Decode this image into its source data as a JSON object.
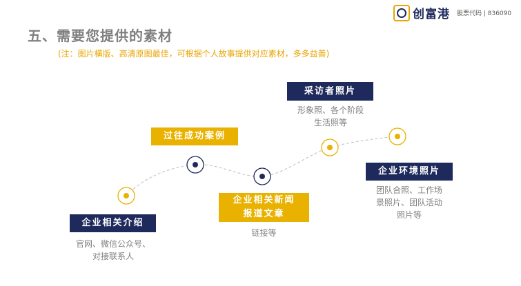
{
  "header": {
    "title": "五、需要您提供的素材",
    "subtitle": "(注：图片横版、高清原图最佳，可根据个人故事提供对应素材，多多益善)"
  },
  "logo": {
    "name": "创富港",
    "stock": "股票代码 | 836090"
  },
  "items": [
    {
      "label": "企业相关介绍",
      "desc": [
        "官网、微信公众号、",
        "对接联系人"
      ],
      "color": "#1f2a5c"
    },
    {
      "label": "过往成功案例",
      "desc": [],
      "color": "#e9b100"
    },
    {
      "label": [
        "企业相关新闻",
        "报道文章"
      ],
      "desc": [
        "链接等"
      ],
      "color": "#e9b100"
    },
    {
      "label": "采访者照片",
      "desc": [
        "形象照、各个阶段",
        "生活照等"
      ],
      "color": "#1f2a5c"
    },
    {
      "label": "企业环境照片",
      "desc": [
        "团队合照、工作场",
        "景照片、团队活动",
        "照片等"
      ],
      "color": "#1f2a5c"
    }
  ]
}
